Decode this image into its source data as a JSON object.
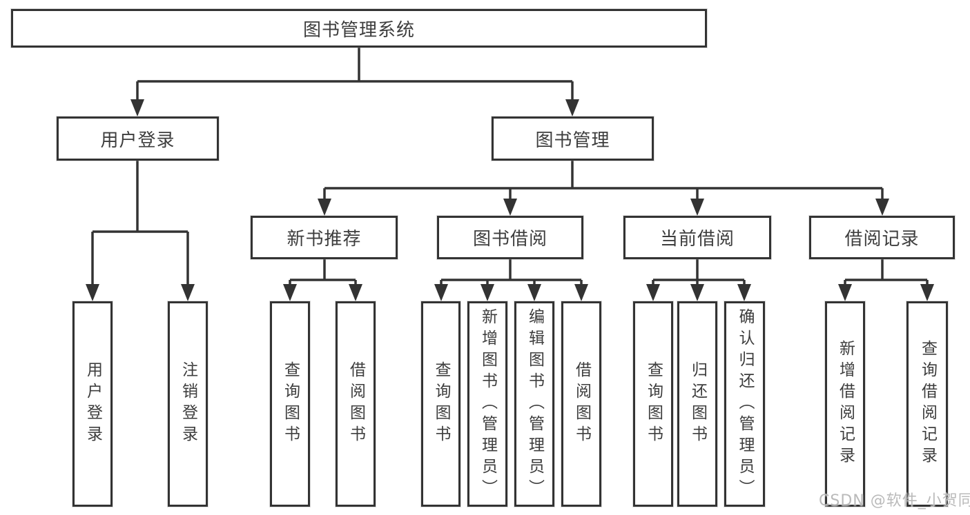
{
  "diagram_title": "图书管理系统",
  "colors": {
    "line": "#333333",
    "node_border": "#333333",
    "node_bg": "#ffffff",
    "text": "#3d3d3d",
    "watermark": "#b6b6b6"
  },
  "tree": {
    "root": {
      "label": "图书管理系统"
    },
    "level2": [
      {
        "label": "用户登录",
        "parent": "图书管理系统"
      },
      {
        "label": "图书管理",
        "parent": "图书管理系统"
      }
    ],
    "level3": [
      {
        "label": "新书推荐",
        "parent": "图书管理"
      },
      {
        "label": "图书借阅",
        "parent": "图书管理"
      },
      {
        "label": "当前借阅",
        "parent": "图书管理"
      },
      {
        "label": "借阅记录",
        "parent": "图书管理"
      }
    ],
    "leaves": [
      {
        "label": "用户登录",
        "parent": "用户登录"
      },
      {
        "label": "注销登录",
        "parent": "用户登录"
      },
      {
        "label": "查询图书",
        "parent": "新书推荐"
      },
      {
        "label": "借阅图书",
        "parent": "新书推荐"
      },
      {
        "label": "查询图书",
        "parent": "图书借阅"
      },
      {
        "label": "新增图书（管理员）",
        "parent": "图书借阅"
      },
      {
        "label": "编辑图书（管理员）",
        "parent": "图书借阅"
      },
      {
        "label": "借阅图书",
        "parent": "图书借阅"
      },
      {
        "label": "查询图书",
        "parent": "当前借阅"
      },
      {
        "label": "归还图书",
        "parent": "当前借阅"
      },
      {
        "label": "确认归还（管理员）",
        "parent": "当前借阅"
      },
      {
        "label": "新增借阅记录",
        "parent": "借阅记录"
      },
      {
        "label": "查询借阅记录",
        "parent": "借阅记录"
      }
    ]
  },
  "watermark": "CSDN @软件_小贺同学"
}
